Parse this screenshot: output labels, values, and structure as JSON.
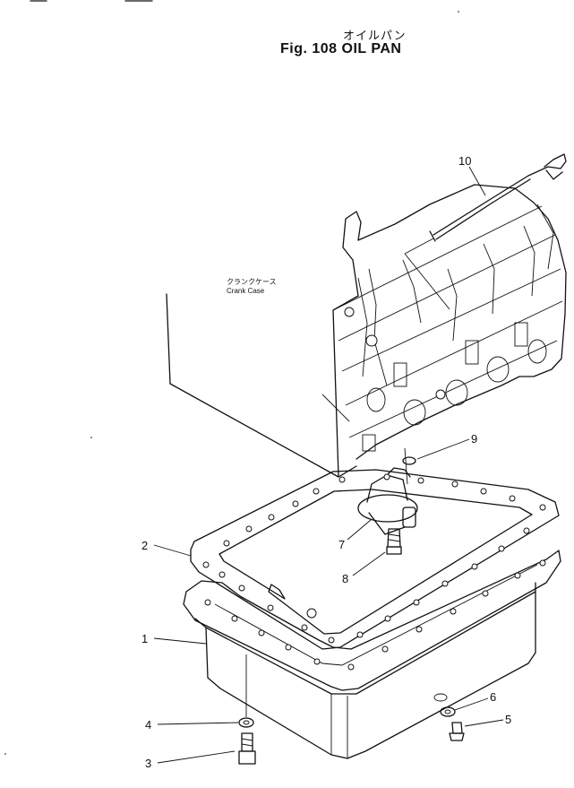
{
  "header": {
    "title_jp": "オイルパン",
    "title_en": "Fig. 108  OIL  PAN"
  },
  "labels": {
    "crank_case_jp": "クランクケース",
    "crank_case_en": "Crank Case"
  },
  "callouts": [
    {
      "id": "1",
      "text": "1"
    },
    {
      "id": "2",
      "text": "2"
    },
    {
      "id": "3",
      "text": "3"
    },
    {
      "id": "4",
      "text": "4"
    },
    {
      "id": "5",
      "text": "5"
    },
    {
      "id": "6",
      "text": "6"
    },
    {
      "id": "7",
      "text": "7"
    },
    {
      "id": "8",
      "text": "8"
    },
    {
      "id": "9",
      "text": "9"
    },
    {
      "id": "10",
      "text": "10"
    }
  ]
}
